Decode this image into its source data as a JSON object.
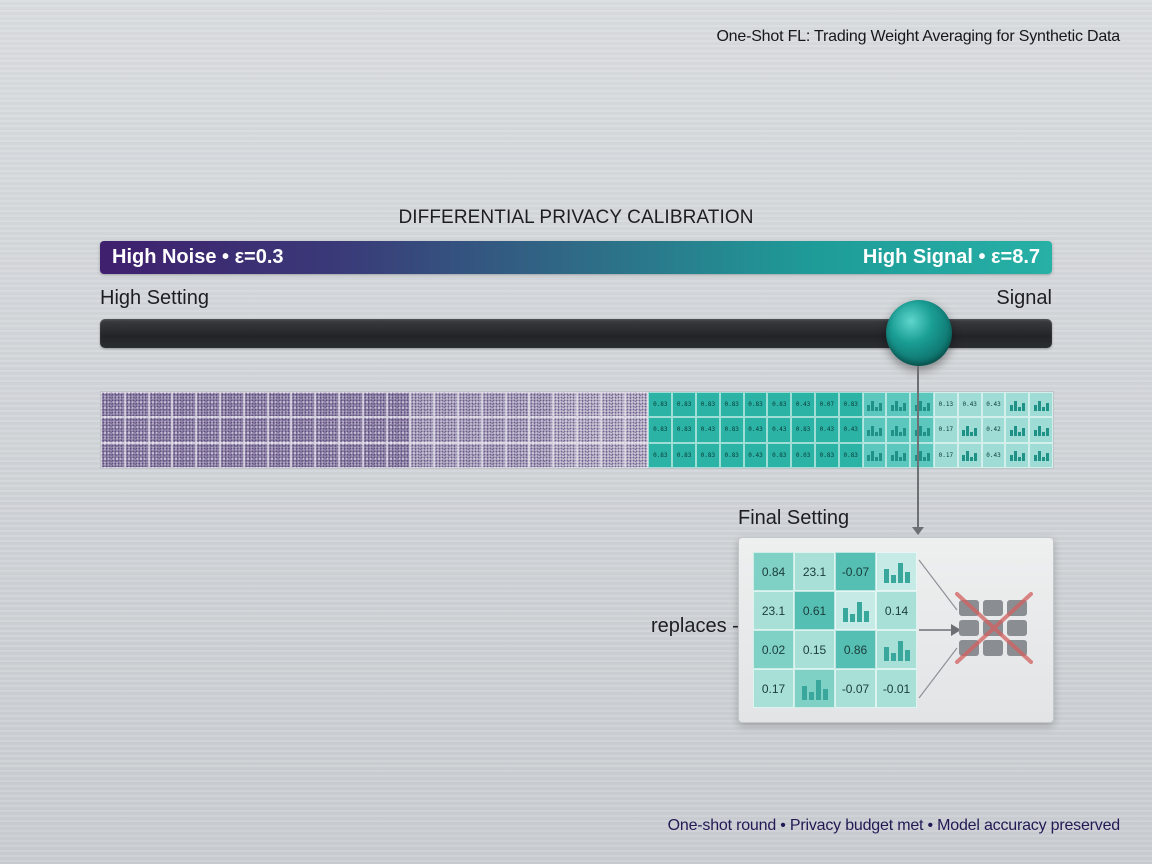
{
  "header": {
    "title": "One-Shot FL: Trading Weight Averaging for Synthetic Data"
  },
  "calibration": {
    "title": "DIFFERENTIAL PRIVACY CALIBRATION",
    "left_label": "High Noise • ε=0.3",
    "right_label": "High Signal • ε=8.7",
    "colors": {
      "start": "#3f1f6e",
      "end": "#27b0a6"
    }
  },
  "slider": {
    "left_label": "High Setting",
    "right_label": "Signal",
    "value": 0.86
  },
  "strip": {
    "rows": [
      [
        "0.83",
        "0.83",
        "0.83",
        "0.83",
        "0.83",
        "0.83",
        "0.43",
        "0.07",
        "0.83",
        "",
        "",
        "",
        "0.13",
        "0.43",
        "0.43",
        "",
        ""
      ],
      [
        "0.83",
        "0.83",
        "0.43",
        "0.83",
        "0.43",
        "0.43",
        "0.83",
        "0.43",
        "0.43",
        "",
        "",
        "",
        "0.17",
        "",
        "0.42",
        "",
        ""
      ],
      [
        "0.83",
        "0.83",
        "0.83",
        "0.83",
        "0.43",
        "0.83",
        "0.03",
        "0.83",
        "0.83",
        "",
        "",
        "",
        "0.17",
        "",
        "0.43",
        "",
        ""
      ]
    ]
  },
  "final": {
    "label": "Final Setting",
    "matrix": [
      [
        "0.84",
        "23.1",
        "-0.07",
        ""
      ],
      [
        "23.1",
        "0.61",
        "",
        "0.14"
      ],
      [
        "0.02",
        "0.15",
        "0.86",
        ""
      ],
      [
        "0.17",
        "",
        "-0.07",
        "-0.01"
      ]
    ],
    "replaces_label": "replaces -"
  },
  "footer": {
    "text": "One-shot round • Privacy budget met • Model accuracy preserved"
  }
}
